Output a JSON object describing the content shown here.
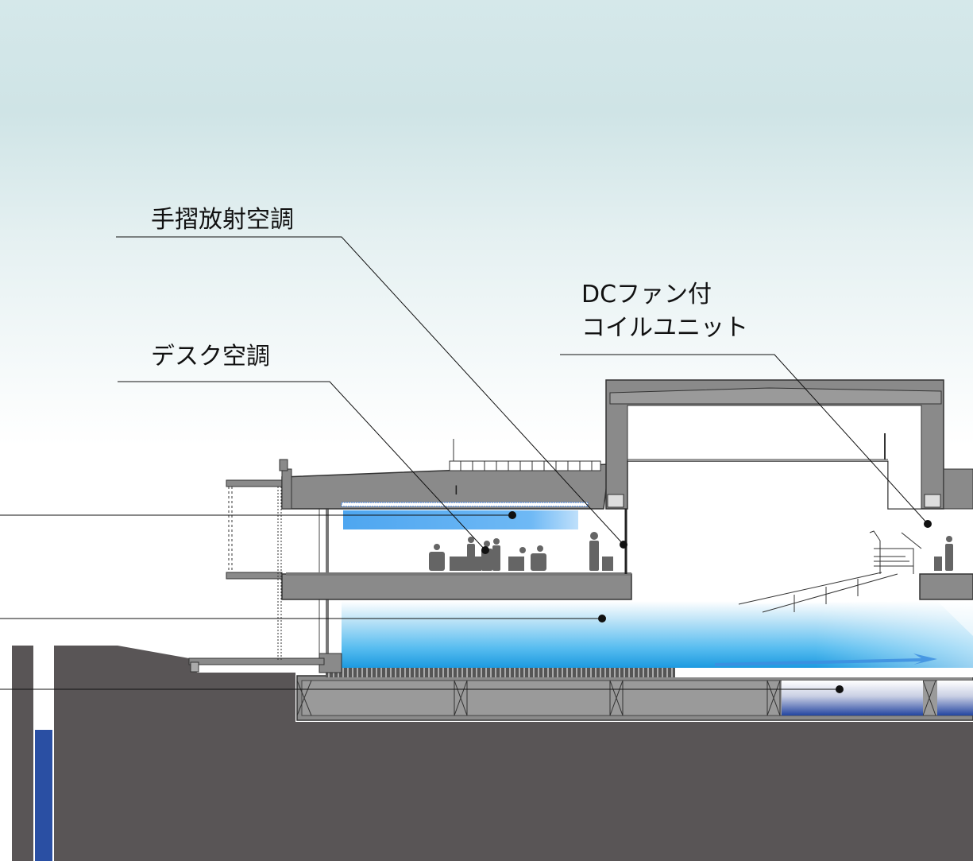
{
  "labels": {
    "handrail": "手摺放射空調",
    "dc_fan_line1": "DCファン付",
    "dc_fan_line2": "コイルユニット",
    "desk": "デスク空調"
  },
  "colors": {
    "sky_top": "#cfe5e8",
    "sky_bottom": "#ffffff",
    "ground": "#595556",
    "structure": "#8a8a8a",
    "cool_air": "#29a3e6",
    "water_blue": "#2a4fa3",
    "leader": "#111111"
  }
}
